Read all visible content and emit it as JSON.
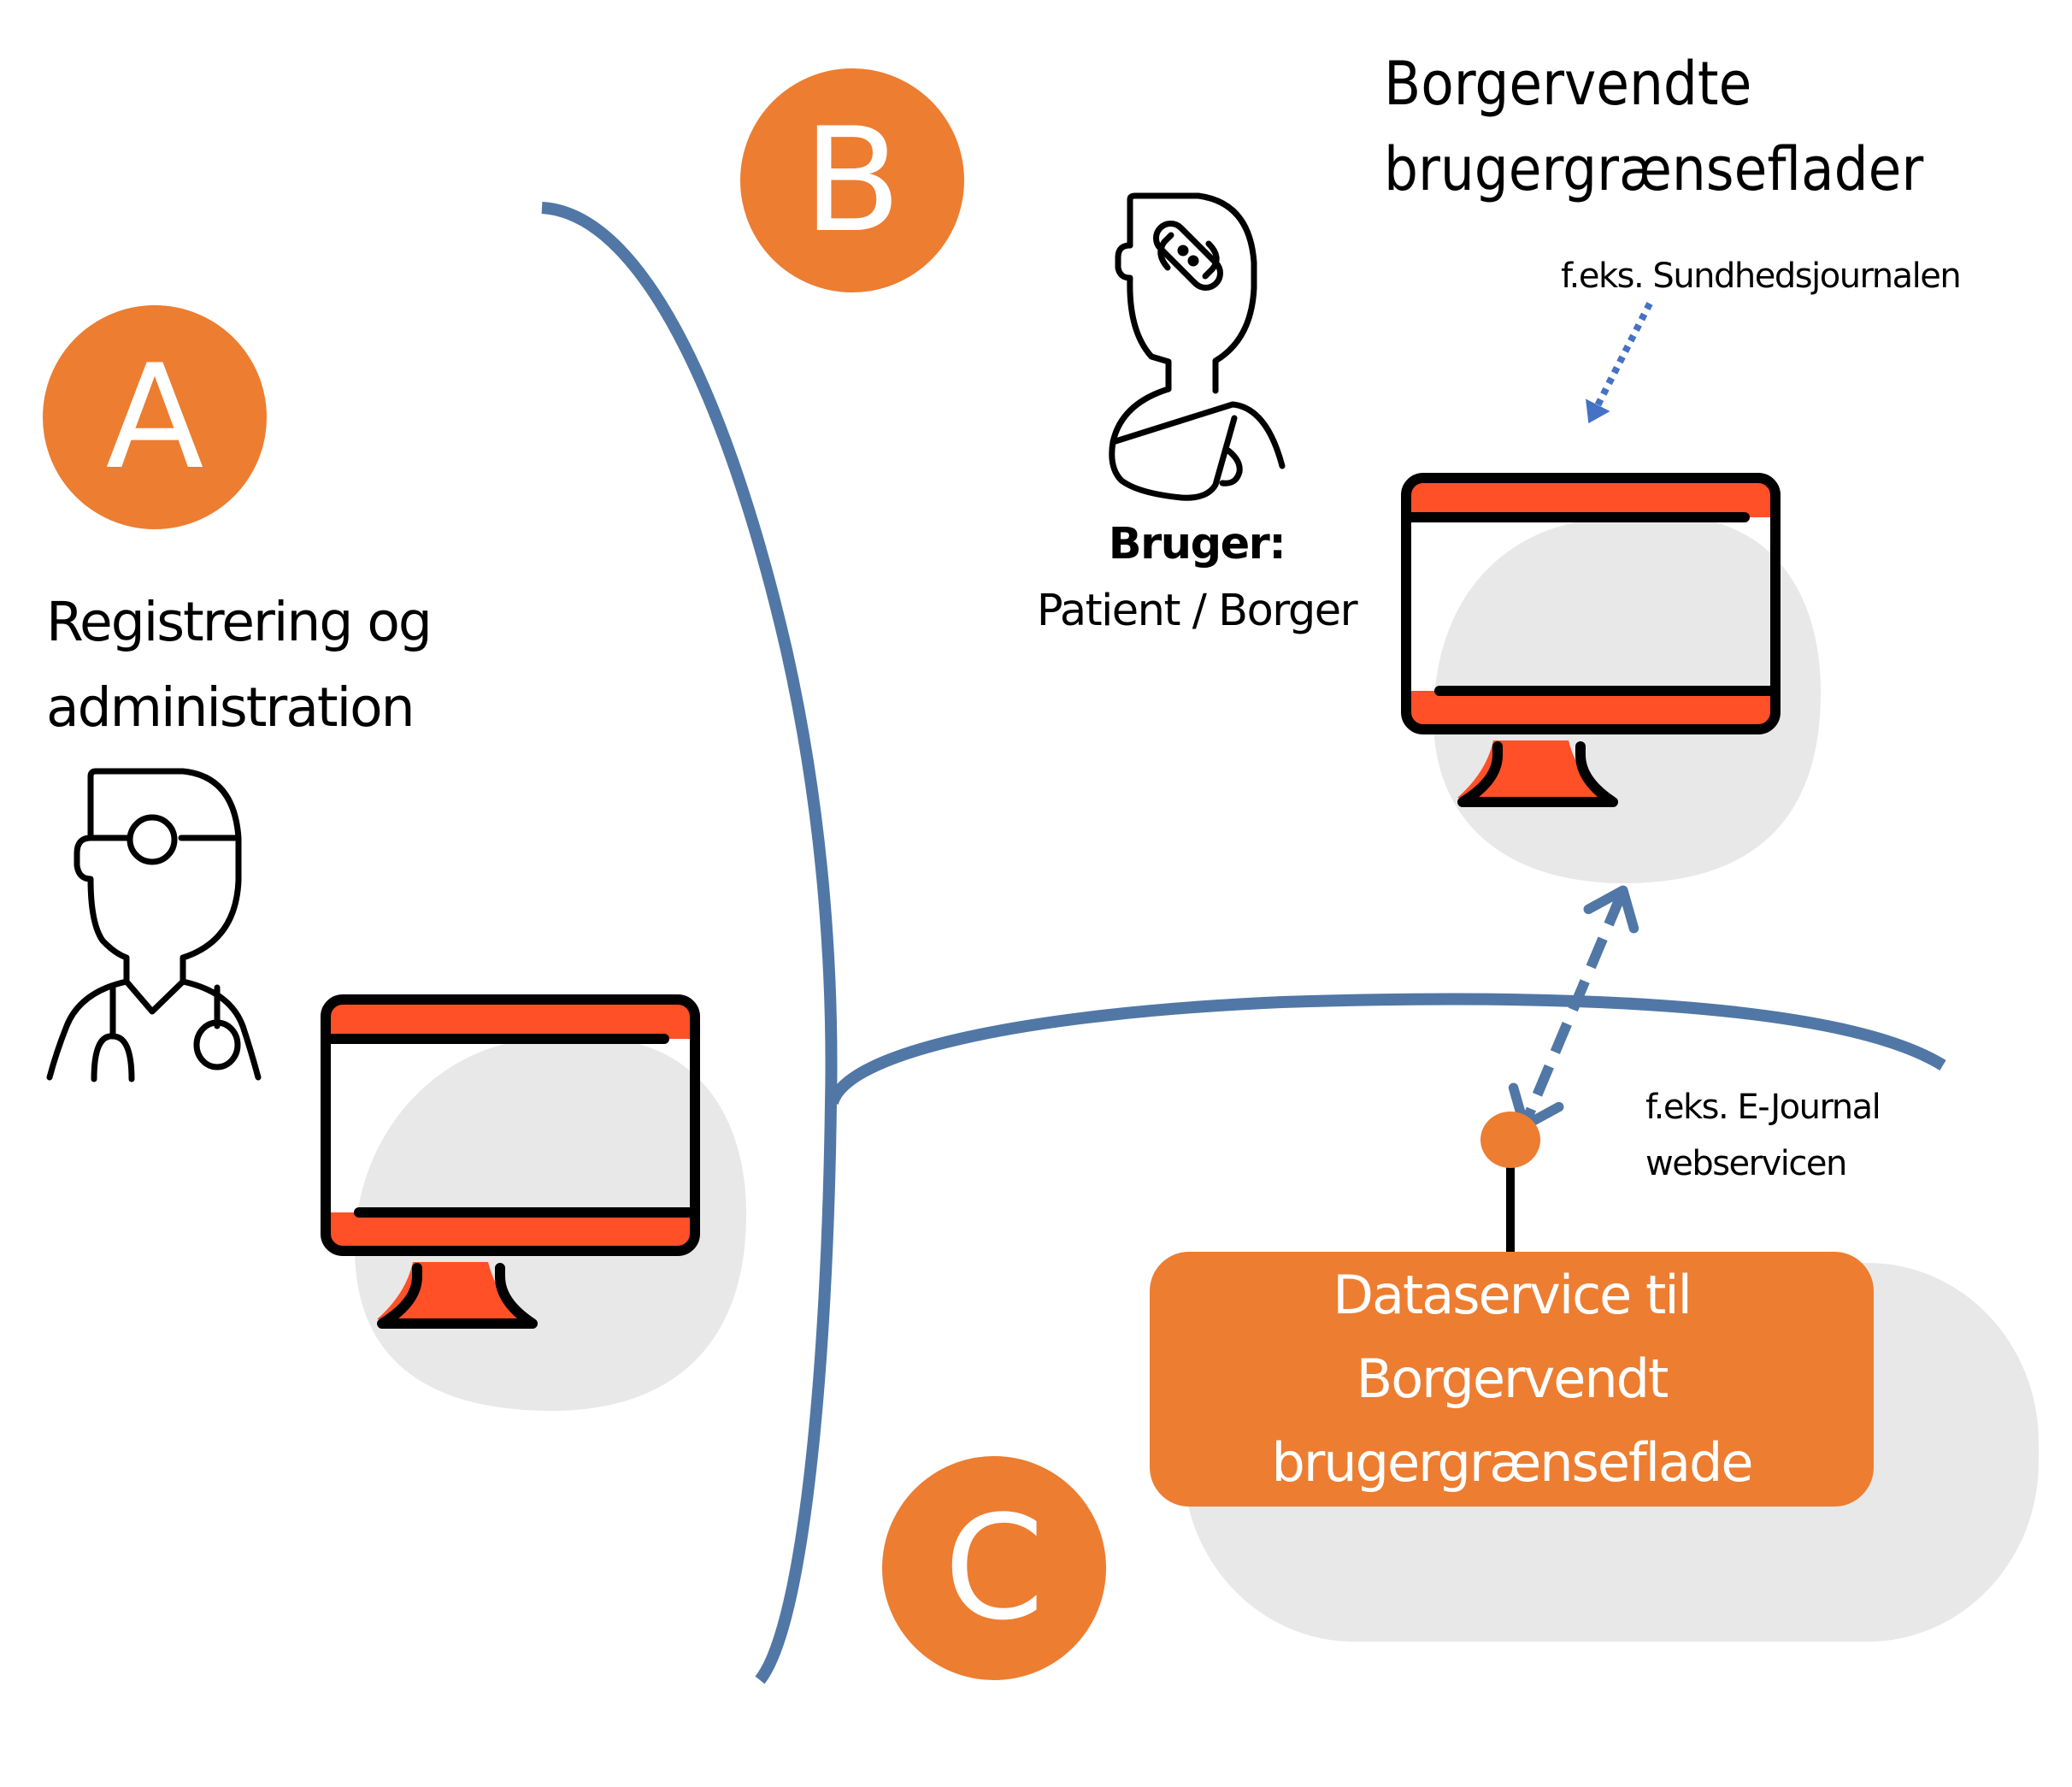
{
  "diagram": {
    "badges": {
      "a": "A",
      "b": "B",
      "c": "C"
    },
    "section_a": {
      "line1": "Registrering og",
      "line2": "administration"
    },
    "section_b_title": {
      "line1": "Borgervendte",
      "line2": "brugergrænseflader"
    },
    "user": {
      "label": "Bruger:",
      "value": "Patient / Borger"
    },
    "notes": {
      "sundhed": "f.eks. Sundhedsjournalen",
      "ejournal_line1": "f.eks. E-Journal",
      "ejournal_line2": "webservicen"
    },
    "dataservice": {
      "line1": "Dataservice til",
      "line2": "Borgervendt",
      "line3": "brugergrænseflade"
    },
    "icons": {
      "doctor": "doctor-with-stethoscope-icon",
      "patient": "patient-with-bandage-icon",
      "monitor": "desktop-monitor-icon"
    },
    "colors": {
      "accent_orange": "#ED7D31",
      "screen_red": "#FF5028",
      "divider_blue": "#5177A6",
      "arrow_blue": "#4472C4",
      "blob_gray": "#E8E8E8"
    }
  }
}
